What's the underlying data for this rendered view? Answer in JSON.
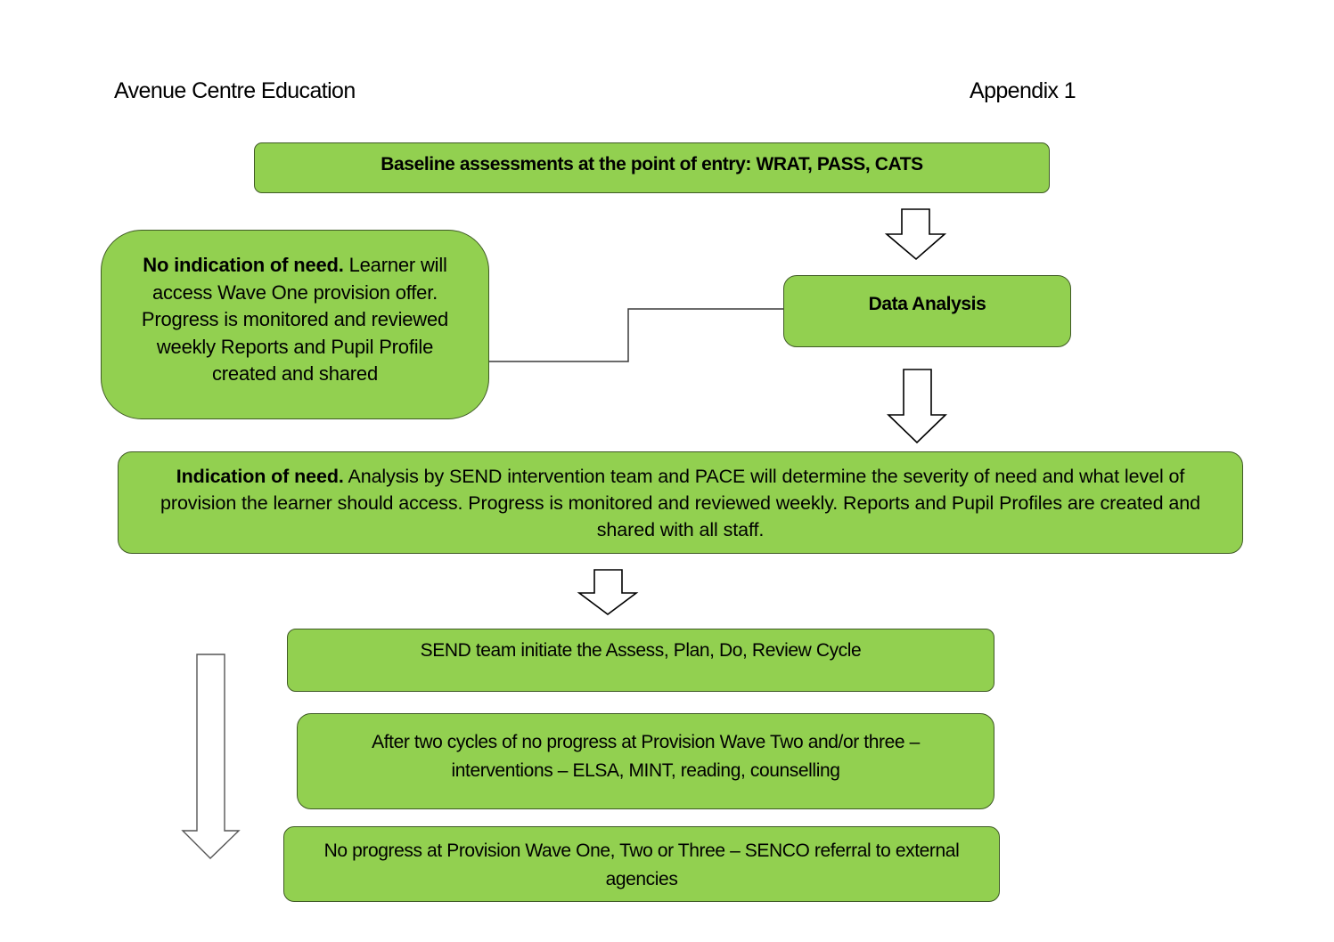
{
  "header": {
    "left_title": "Avenue Centre Education",
    "right_title": "Appendix 1"
  },
  "colors": {
    "box_fill": "#92d050",
    "box_border": "#3f5a25",
    "arrow_fill": "#ffffff",
    "arrow_stroke": "#000000"
  },
  "flow": {
    "baseline": {
      "text": "Baseline assessments at the point of entry: WRAT, PASS, CATS"
    },
    "data_analysis": {
      "text": "Data Analysis"
    },
    "no_indication": {
      "bold_text": "No indication of need.",
      "text": " Learner will access Wave One provision offer. Progress is monitored and reviewed weekly Reports and Pupil Profile created and shared"
    },
    "indication": {
      "bold_text": "Indication of need.",
      "text": " Analysis by SEND intervention team and PACE will determine the severity of need and what level of provision the learner should access. Progress is monitored and reviewed weekly. Reports and Pupil Profiles are created and shared with all staff."
    },
    "send_cycle": {
      "text": "SEND team initiate the Assess, Plan, Do, Review Cycle"
    },
    "two_cycles": {
      "text": "After two cycles of no progress at Provision Wave Two and/or three – interventions – ELSA, MINT, reading, counselling"
    },
    "no_progress": {
      "text": "No progress at Provision Wave One, Two or Three – SENCO referral to external agencies"
    }
  }
}
